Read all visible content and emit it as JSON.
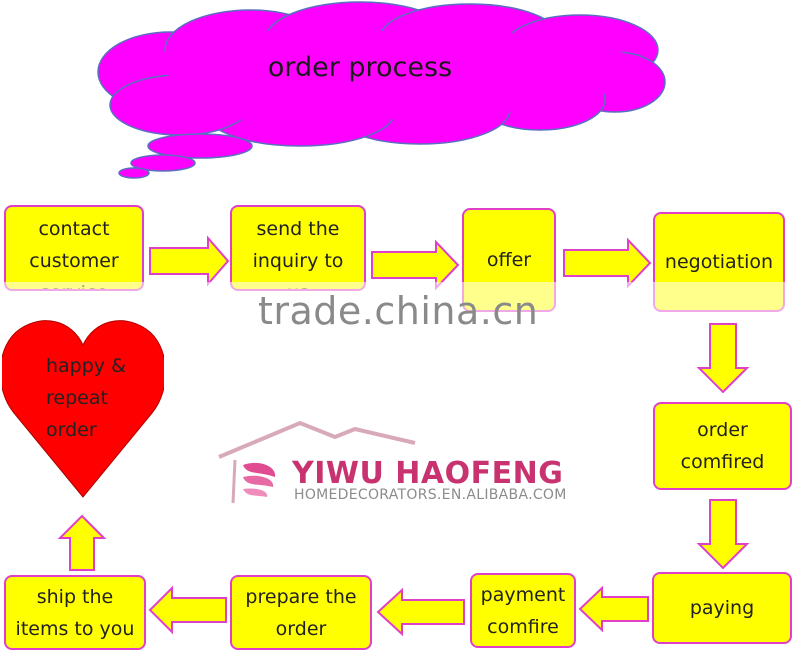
{
  "title": "order process",
  "steps": {
    "contact": "contact\ncustomer\nservice",
    "inquiry": "send the\ninquiry to\nus",
    "offer": "offer",
    "negotiation": "negotiation",
    "order_confirmed": "order\ncomfired",
    "paying": "paying",
    "payment_confirm": "payment\ncomfire",
    "prepare": "prepare the\norder",
    "ship": "ship the\nitems to you",
    "happy": "happy &\nrepeat\norder"
  },
  "logo": {
    "name": "YIWU HAOFENG",
    "url": "HOMEDECORATORS.EN.ALIBABA.COM"
  },
  "watermark": "trade.china.cn",
  "colors": {
    "cloud": "#ff00ff",
    "box_fill": "#ffff00",
    "box_border": "#e040c8",
    "heart": "#ff0000",
    "logo": "#c8336f"
  }
}
